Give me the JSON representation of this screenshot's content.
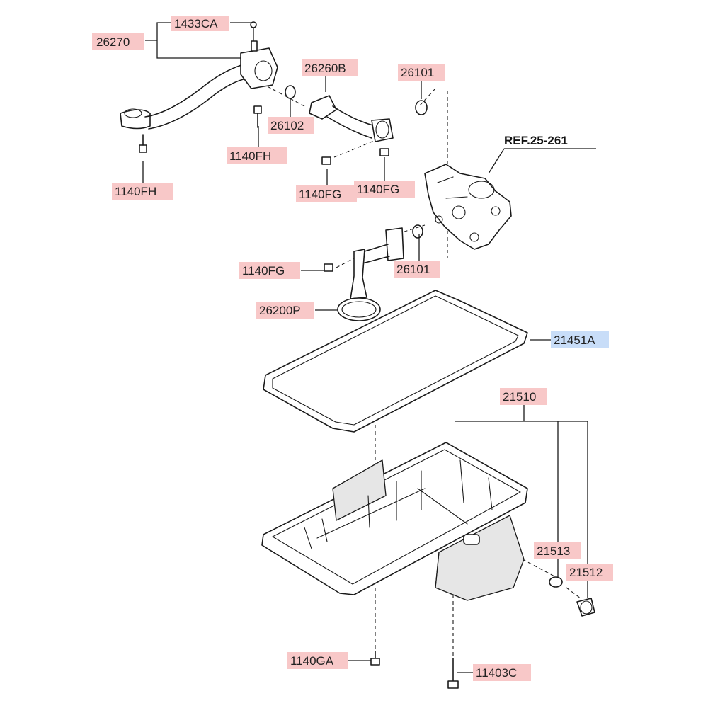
{
  "labels": {
    "p26270": "26270",
    "p1433CA": "1433CA",
    "p1140FH_a": "1140FH",
    "p1140FH_b": "1140FH",
    "p26102": "26102",
    "p26260B": "26260B",
    "p26101_a": "26101",
    "p26101_b": "26101",
    "p1140FG_a": "1140FG",
    "p1140FG_b": "1140FG",
    "p1140FG_c": "1140FG",
    "ref": "REF.25-261",
    "p26200P": "26200P",
    "p21451A": "21451A",
    "p21510": "21510",
    "p21513": "21513",
    "p21512": "21512",
    "p1140GA": "1140GA",
    "p11403C": "11403C"
  },
  "colors": {
    "label_bg": "#f8c8c8",
    "label_bg_highlight": "#c8ddf8"
  }
}
